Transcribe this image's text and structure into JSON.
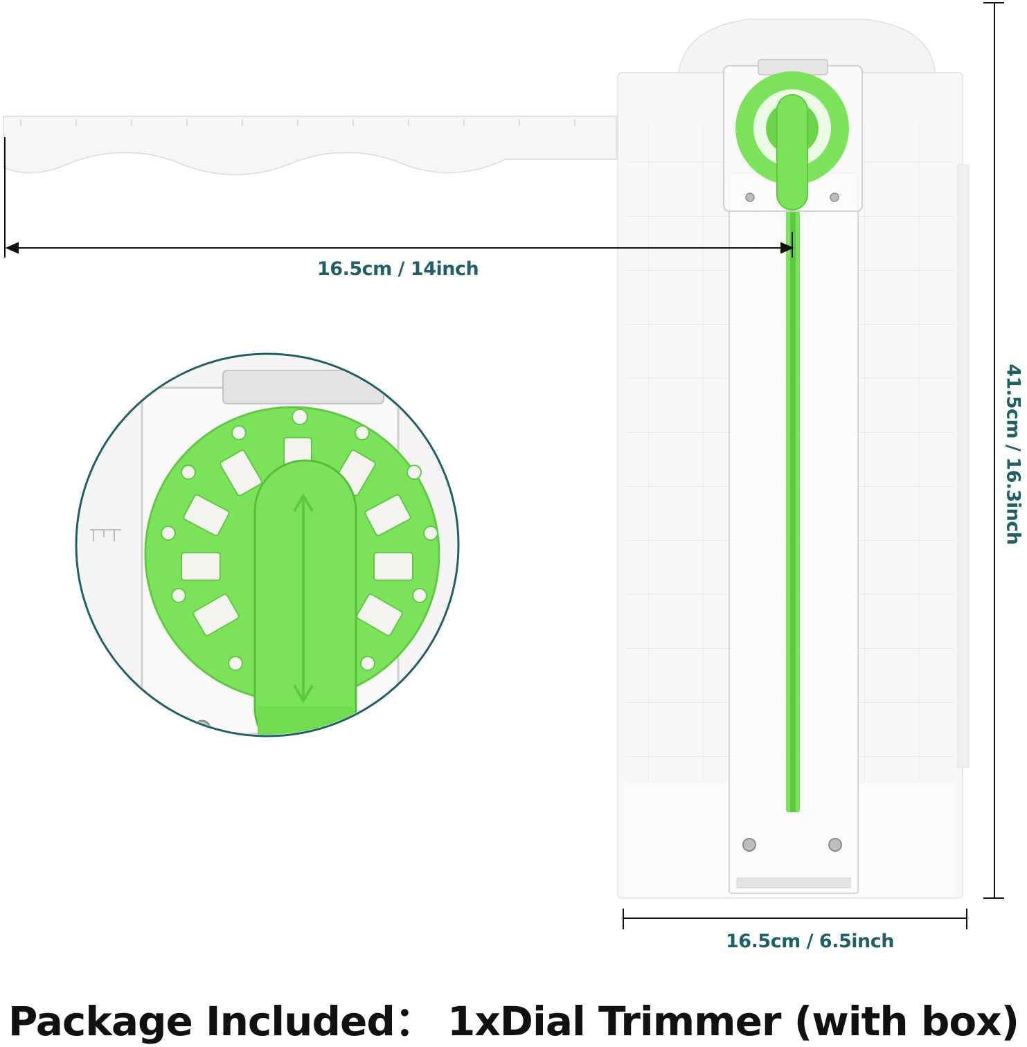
{
  "colors": {
    "accent_green": "#7be35a",
    "dimension_text": "#1f5f66",
    "body_white": "#f7f7f7",
    "caption_text": "#111111"
  },
  "dimensions": {
    "ruler_arm": "16.5cm / 14inch",
    "width": "16.5cm / 6.5inch",
    "height": "41.5cm / 16.3inch"
  },
  "caption": {
    "text": "Package Included： 1xDial Trimmer (with box)"
  },
  "icons": [
    "dial-blade-icon",
    "up-down-arrow-icon",
    "dimension-arrow-icon"
  ]
}
